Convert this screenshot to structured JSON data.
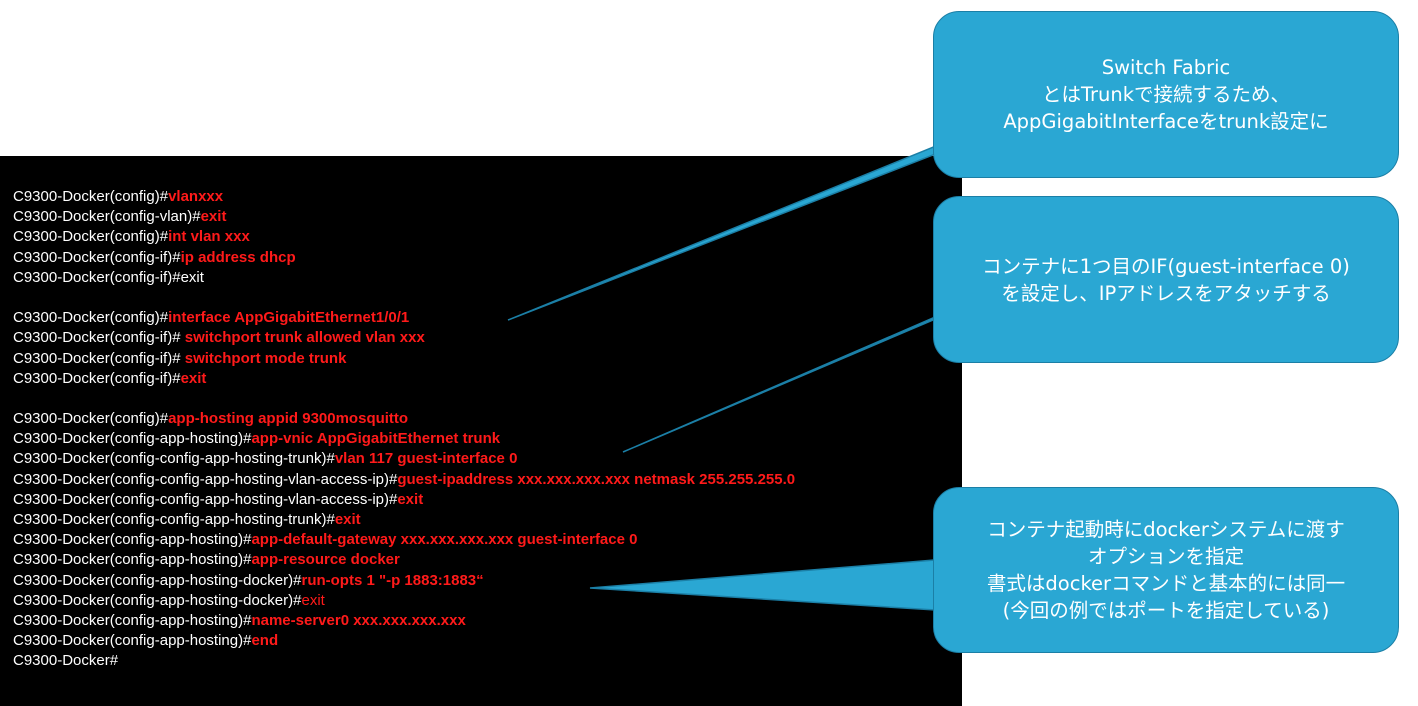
{
  "terminal": {
    "lines": [
      {
        "prompt": "C9300-Docker(config)#",
        "cmd": "vlanxxx"
      },
      {
        "prompt": "C9300-Docker(config-vlan)#",
        "cmd": "exit"
      },
      {
        "prompt": "C9300-Docker(config)#",
        "cmd": "int vlan xxx"
      },
      {
        "prompt": "C9300-Docker(config-if)#",
        "cmd": "ip address dhcp"
      },
      {
        "prompt": "C9300-Docker(config-if)#exit",
        "cmd": ""
      },
      {
        "prompt": "",
        "cmd": ""
      },
      {
        "prompt": "C9300-Docker(config)#",
        "cmd": "interface AppGigabitEthernet1/0/1"
      },
      {
        "prompt": "C9300-Docker(config-if)# ",
        "cmd": "switchport trunk allowed vlan xxx"
      },
      {
        "prompt": "C9300-Docker(config-if)# ",
        "cmd": "switchport mode trunk"
      },
      {
        "prompt": "C9300-Docker(config-if)#",
        "cmd": "exit"
      },
      {
        "prompt": "",
        "cmd": ""
      },
      {
        "prompt": "C9300-Docker(config)#",
        "cmd": "app-hosting appid 9300mosquitto"
      },
      {
        "prompt": "C9300-Docker(config-app-hosting)#",
        "cmd": "app-vnic AppGigabitEthernet trunk"
      },
      {
        "prompt": "C9300-Docker(config-config-app-hosting-trunk)#",
        "cmd": "vlan 117 guest-interface 0"
      },
      {
        "prompt": "C9300-Docker(config-config-app-hosting-vlan-access-ip)#",
        "cmd": "guest-ipaddress xxx.xxx.xxx.xxx netmask 255.255.255.0"
      },
      {
        "prompt": "C9300-Docker(config-config-app-hosting-vlan-access-ip)#",
        "cmd": "exit"
      },
      {
        "prompt": "C9300-Docker(config-config-app-hosting-trunk)#",
        "cmd": "exit"
      },
      {
        "prompt": "C9300-Docker(config-app-hosting)#",
        "cmd": "app-default-gateway xxx.xxx.xxx.xxx guest-interface 0"
      },
      {
        "prompt": "C9300-Docker(config-app-hosting)#",
        "cmd": "app-resource docker"
      },
      {
        "prompt": "C9300-Docker(config-app-hosting-docker)#",
        "cmd": "run-opts 1 \"-p 1883:1883“"
      },
      {
        "prompt": "C9300-Docker(config-app-hosting-docker)#",
        "cmd": "exit",
        "cmd_plain": true
      },
      {
        "prompt": "C9300-Docker(config-app-hosting)#",
        "cmd": "name-server0 xxx.xxx.xxx.xxx"
      },
      {
        "prompt": "C9300-Docker(config-app-hosting)#",
        "cmd": "end"
      },
      {
        "prompt": "C9300-Docker#",
        "cmd": ""
      }
    ]
  },
  "callouts": {
    "trunk": {
      "line1": "Switch Fabric",
      "line2": "とはTrunkで接続するため、",
      "line3": "AppGigabitInterfaceをtrunk設定に"
    },
    "guest_interface": {
      "line1": "コンテナに1つ目のIF(guest-interface 0)",
      "line2": "を設定し、IPアドレスをアタッチする"
    },
    "run_opts": {
      "line1": "コンテナ起動時にdockerシステムに渡す",
      "line2": "オプションを指定",
      "line3": "書式はdockerコマンドと基本的には同一",
      "line4": "(今回の例ではポートを指定している)"
    }
  },
  "colors": {
    "terminal_bg": "#000000",
    "prompt_text": "#ffffff",
    "command_text": "#ff1a1a",
    "callout_fill": "#2aa7d3",
    "callout_text": "#ffffff"
  }
}
